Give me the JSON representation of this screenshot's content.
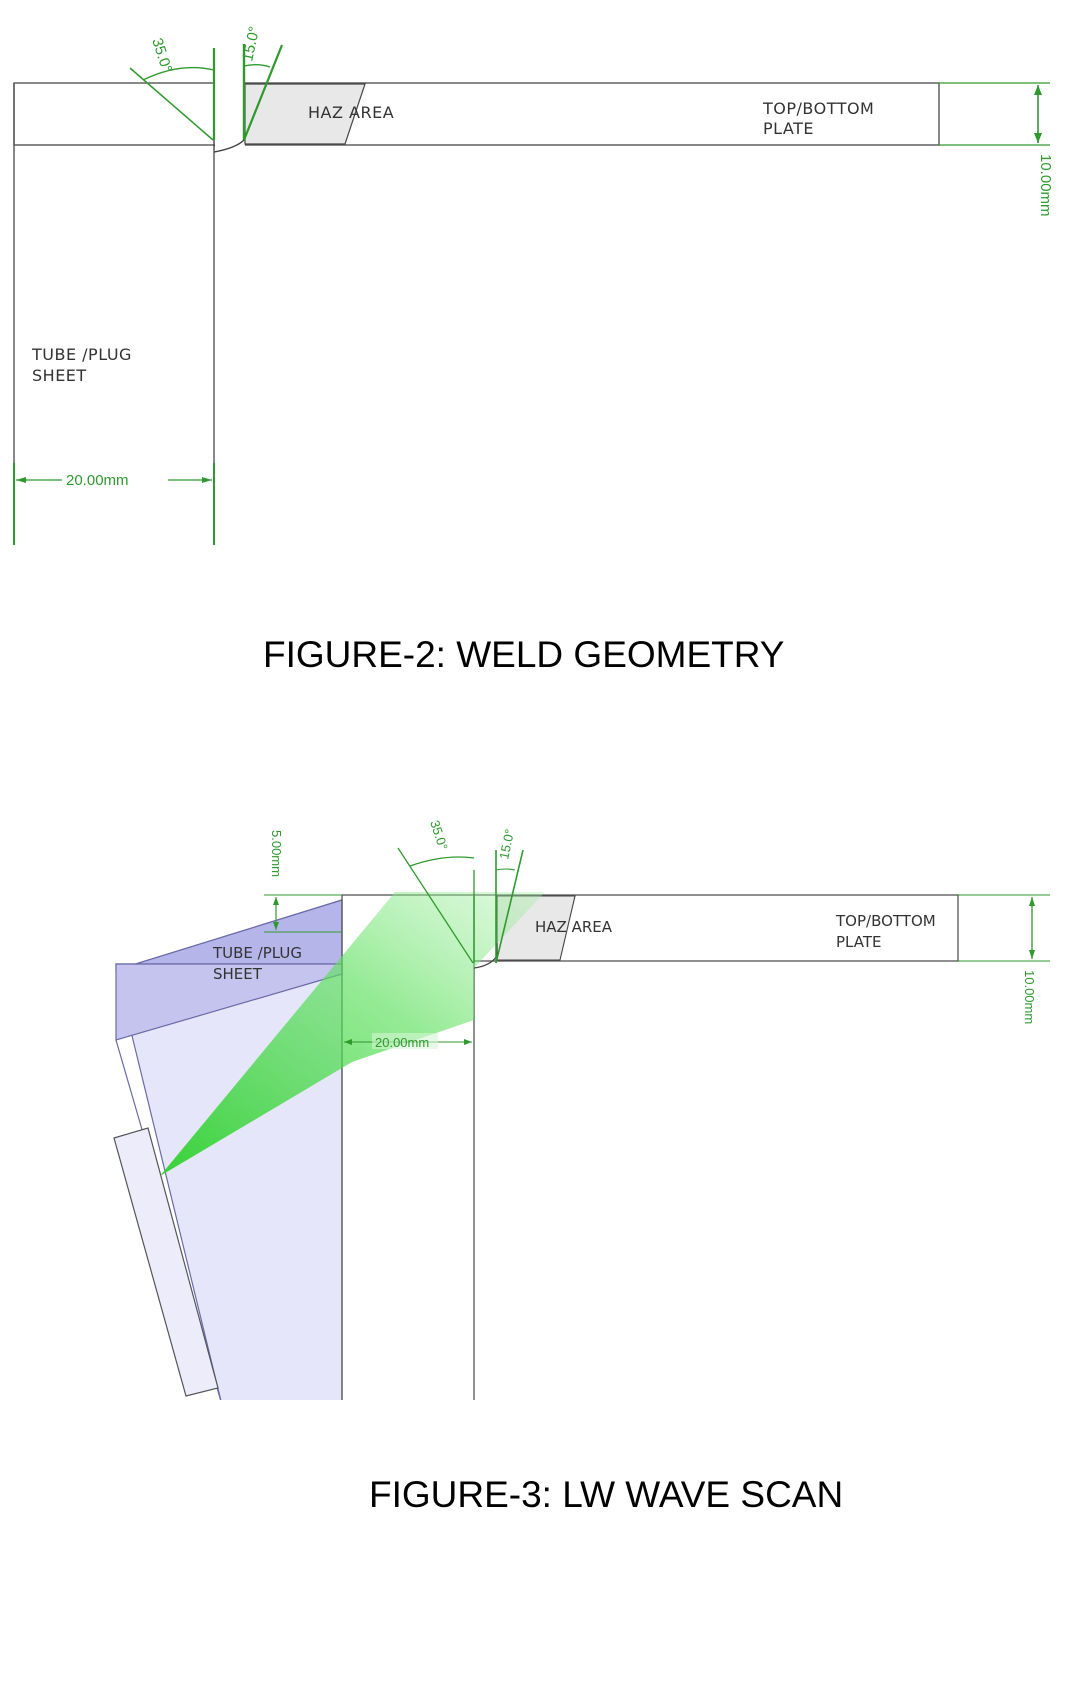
{
  "figure2": {
    "caption": "FIGURE-2: WELD GEOMETRY",
    "labels": {
      "haz": "HAZ AREA",
      "plate_line1": "TOP/BOTTOM",
      "plate_line2": "PLATE",
      "sheet_line1": "TUBE /PLUG",
      "sheet_line2": "SHEET"
    },
    "dimensions": {
      "angle_large": "35.0°",
      "angle_small": "15.0°",
      "plate_thickness": "10.00mm",
      "sheet_width": "20.00mm"
    }
  },
  "figure3": {
    "caption": "FIGURE-3: LW WAVE SCAN",
    "labels": {
      "haz": "HAZ AREA",
      "plate_line1": "TOP/BOTTOM",
      "plate_line2": "PLATE",
      "sheet_line1": "TUBE /PLUG",
      "sheet_line2": "SHEET"
    },
    "dimensions": {
      "offset": "5.00mm",
      "angle_large": "35.0°",
      "angle_small": "15.0°",
      "plate_thickness": "10.00mm",
      "sheet_width": "20.00mm"
    }
  },
  "colors": {
    "dimension": "#2e9a2e",
    "beam": "#4ddc4d",
    "probe": "#c8c8f2",
    "wedge_top": "#a9a9e8",
    "haz": "#e8e8e8"
  }
}
